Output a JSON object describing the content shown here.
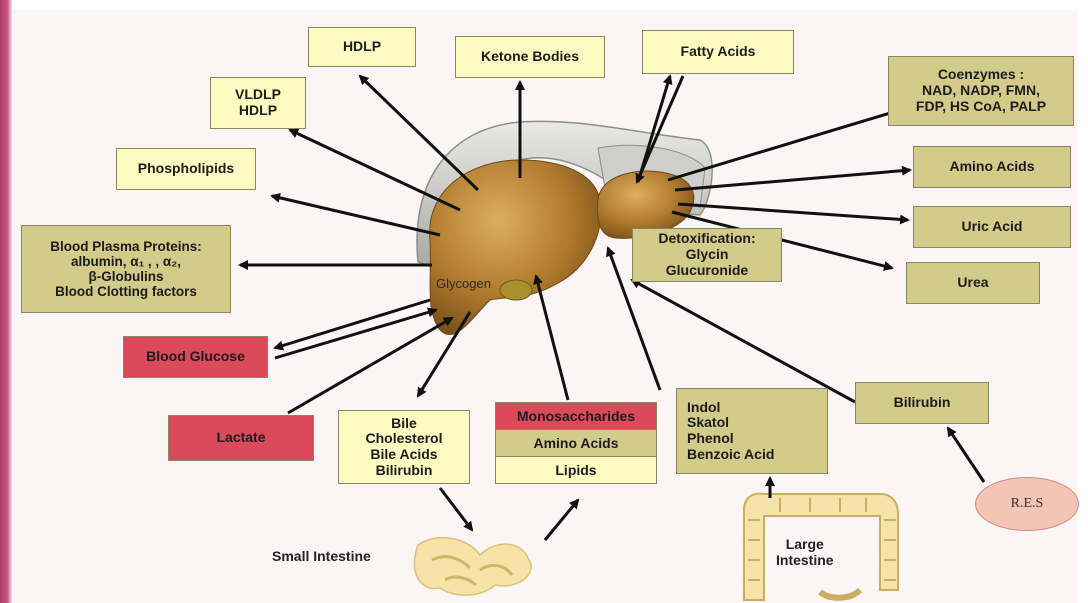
{
  "liver": {
    "glycogen_label": "Glycogen"
  },
  "boxes": {
    "hdlp_top": "HDLP",
    "ketone_bodies": "Ketone Bodies",
    "fatty_acids": "Fatty Acids",
    "coenzymes": "Coenzymes :\nNAD, NADP, FMN,\nFDP, HS CoA, PALP",
    "vldlp_hdlp": "VLDLP\nHDLP",
    "phospholipids": "Phospholipids",
    "amino_acids_right": "Amino Acids",
    "uric_acid": "Uric Acid",
    "urea": "Urea",
    "blood_plasma_proteins": "Blood Plasma Proteins:\nalbumin, α₁ , , α₂,\nβ-Globulins\nBlood Clotting factors",
    "detoxification": "Detoxification:\nGlycin\nGlucuronide",
    "blood_glucose": "Blood Glucose",
    "lactate": "Lactate",
    "bile_group": "Bile\nCholesterol\nBile Acids\nBilirubin",
    "monosaccharides": "Monosaccharides",
    "amino_acids_middle": "Amino Acids",
    "lipids": "Lipids",
    "indol_group": "Indol\nSkatol\nPhenol\nBenzoic Acid",
    "bilirubin_right": "Bilirubin",
    "res": "R.E.S"
  },
  "organs": {
    "small_intestine": "Small Intestine",
    "large_intestine": "Large\nIntestine"
  },
  "colors": {
    "liver": "#b07a2e",
    "liver_highlight": "#d6a85a",
    "box_yellow": "#fdfbc2",
    "box_olive": "#d3cb89",
    "box_red": "#db4a5b",
    "intestine": "#f5e3a8",
    "arrow": "#111111"
  }
}
